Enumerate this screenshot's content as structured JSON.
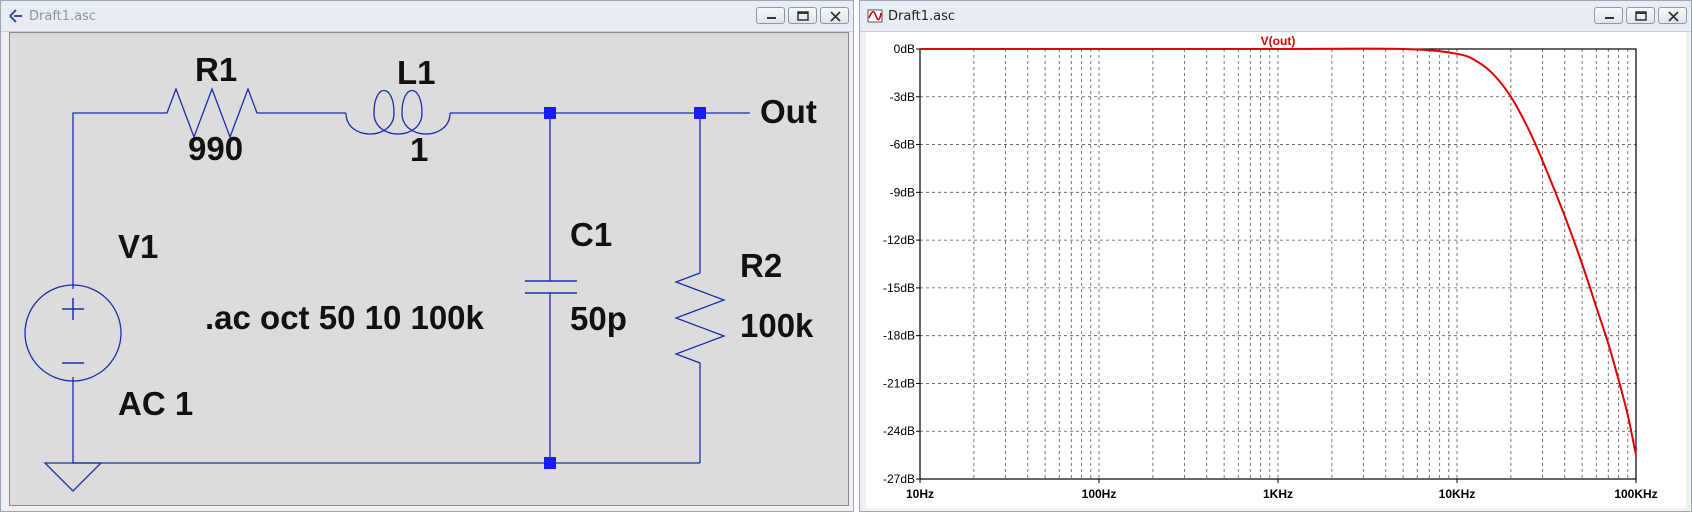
{
  "left_window": {
    "title": "Draft1.asc",
    "components": {
      "r1": {
        "name": "R1",
        "value": "990"
      },
      "l1": {
        "name": "L1",
        "value": "1"
      },
      "c1": {
        "name": "C1",
        "value": "50p"
      },
      "r2": {
        "name": "R2",
        "value": "100k"
      },
      "v1": {
        "name": "V1",
        "value": "AC 1"
      }
    },
    "net_label": "Out",
    "directive": ".ac oct 50 10 100k"
  },
  "right_window": {
    "title": "Draft1.asc"
  },
  "chart_data": {
    "type": "line",
    "title": "V(out)",
    "x_scale": "log",
    "xlim": [
      10,
      100000
    ],
    "ylim": [
      -27,
      0
    ],
    "x_ticks": [
      {
        "value": 10,
        "label": "10Hz"
      },
      {
        "value": 100,
        "label": "100Hz"
      },
      {
        "value": 1000,
        "label": "1KHz"
      },
      {
        "value": 10000,
        "label": "10KHz"
      },
      {
        "value": 100000,
        "label": "100KHz"
      }
    ],
    "y_ticks": [
      {
        "value": 0,
        "label": "0dB"
      },
      {
        "value": -3,
        "label": "-3dB"
      },
      {
        "value": -6,
        "label": "-6dB"
      },
      {
        "value": -9,
        "label": "-9dB"
      },
      {
        "value": -12,
        "label": "-12dB"
      },
      {
        "value": -15,
        "label": "-15dB"
      },
      {
        "value": -18,
        "label": "-18dB"
      },
      {
        "value": -21,
        "label": "-21dB"
      },
      {
        "value": -24,
        "label": "-24dB"
      },
      {
        "value": -27,
        "label": "-27dB"
      }
    ],
    "grid": true,
    "series": [
      {
        "name": "V(out)",
        "color": "#e00000",
        "x": [
          10,
          100,
          1000,
          5000,
          10000,
          13000,
          16000,
          20000,
          25000,
          30000,
          40000,
          50000,
          60000,
          70000,
          80000,
          90000,
          100000
        ],
        "y": [
          0,
          0,
          0,
          0,
          -0.3,
          -0.8,
          -1.6,
          -3.0,
          -5.0,
          -7.0,
          -10.5,
          -13.5,
          -16.2,
          -18.5,
          -20.8,
          -23.0,
          -25.5
        ]
      }
    ]
  }
}
